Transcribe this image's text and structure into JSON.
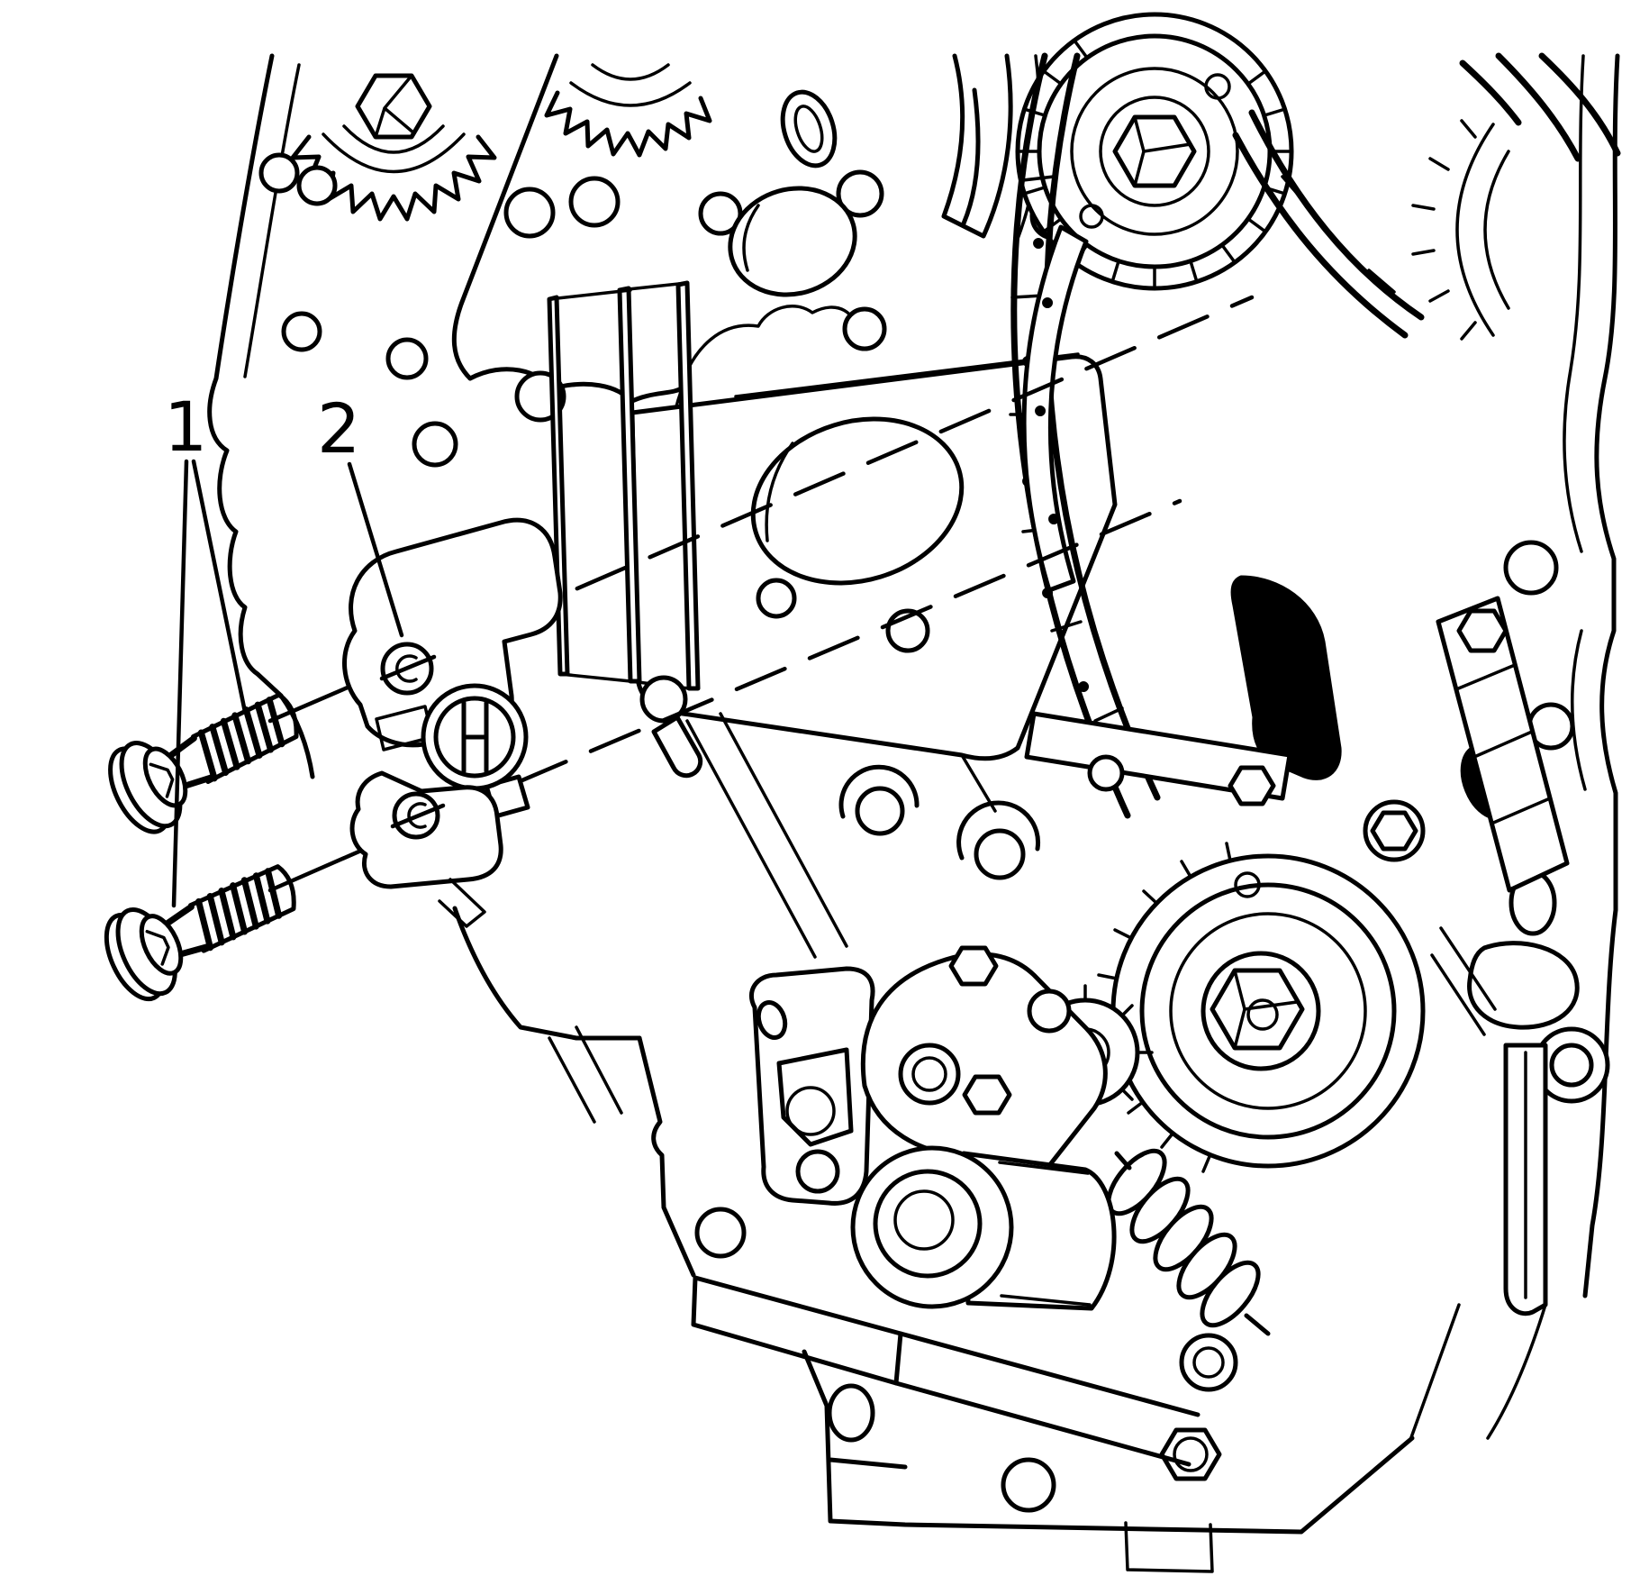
{
  "figure": {
    "kind": "engine-timing-components-line-illustration",
    "background_color": "#ffffff",
    "line_color": "#000000"
  },
  "callouts": {
    "one": {
      "label": "1"
    },
    "two": {
      "label": "2"
    }
  }
}
